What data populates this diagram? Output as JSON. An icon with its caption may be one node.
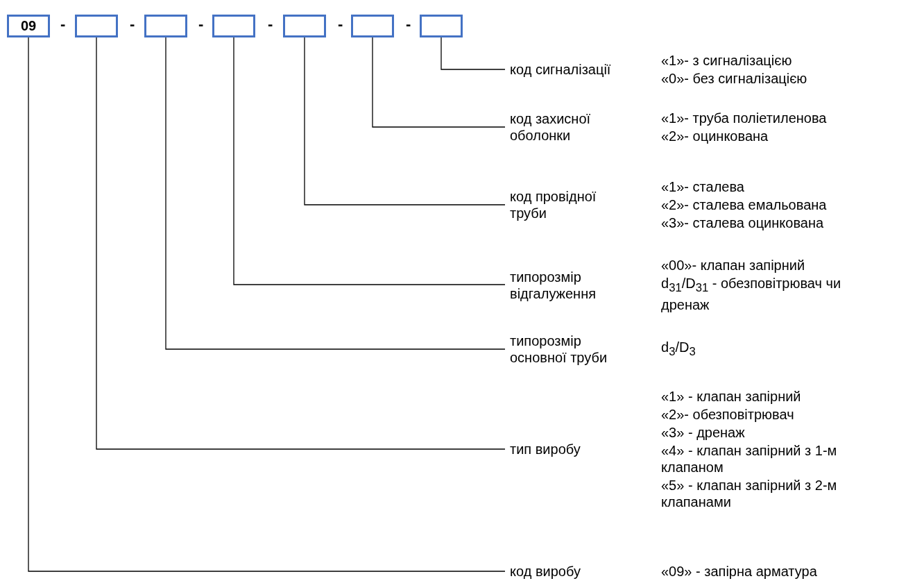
{
  "diagram": {
    "nodes": [
      {
        "text": [
          "09"
        ]
      },
      {
        "text": [],
        "shape": "box"
      },
      {
        "text": [],
        "shape": "box"
      },
      {
        "text": [],
        "shape": "box"
      },
      {
        "text": [],
        "shape": "box"
      },
      {
        "text": [],
        "shape": "box"
      },
      {
        "text": [],
        "shape": "box"
      },
      {
        "text": [
          "код сигналізації"
        ],
        "beside": [
          "«1»- з сигналізацією",
          "«0»- без сигналізацією"
        ]
      },
      {
        "text": [
          "код захисної оболонки"
        ],
        "beside": [
          "«1»- труба поліетиленова",
          "«2»- оцинкована"
        ]
      },
      {
        "text": [
          "код провідної труби"
        ],
        "beside": [
          "«1»- сталева",
          "«2»- сталева емальована",
          "«3»- сталева оцинкована"
        ]
      },
      {
        "text": [
          "типорозмір відгалуження"
        ],
        "beside": [
          "«00»- клапан запірний",
          "d$_{31}$/D$_{31}$ - обезповітрювач чи дренаж"
        ]
      },
      {
        "text": [
          "типорозмір основної труби"
        ],
        "beside": [
          "d$_{3}$/D$_{3}$"
        ]
      },
      {
        "text": [
          "тип виробу"
        ],
        "beside": [
          "«1» - клапан запірний",
          "«2»- обезповітрювач",
          "«3» - дренаж",
          "«4» - клапан запірний з 1-м клапаном",
          "«5» - клапан запірний з 2-м клапанами"
        ]
      },
      {
        "text": [
          "код виробу"
        ],
        "beside": [
          "«09» - запірна арматура"
        ]
      }
    ],
    "edges": [
      {
        "from": 6,
        "to": 7,
        "arrow": "none"
      },
      {
        "from": 5,
        "to": 8,
        "arrow": "none"
      },
      {
        "from": 4,
        "to": 9,
        "arrow": "none"
      },
      {
        "from": 3,
        "to": 10,
        "arrow": "none"
      },
      {
        "from": 2,
        "to": 11,
        "arrow": "none"
      },
      {
        "from": 1,
        "to": 12,
        "arrow": "none"
      },
      {
        "from": 0,
        "to": 13,
        "arrow": "none"
      }
    ],
    "labels": [
      "-",
      "-",
      "-",
      "-",
      "-",
      "-"
    ]
  }
}
